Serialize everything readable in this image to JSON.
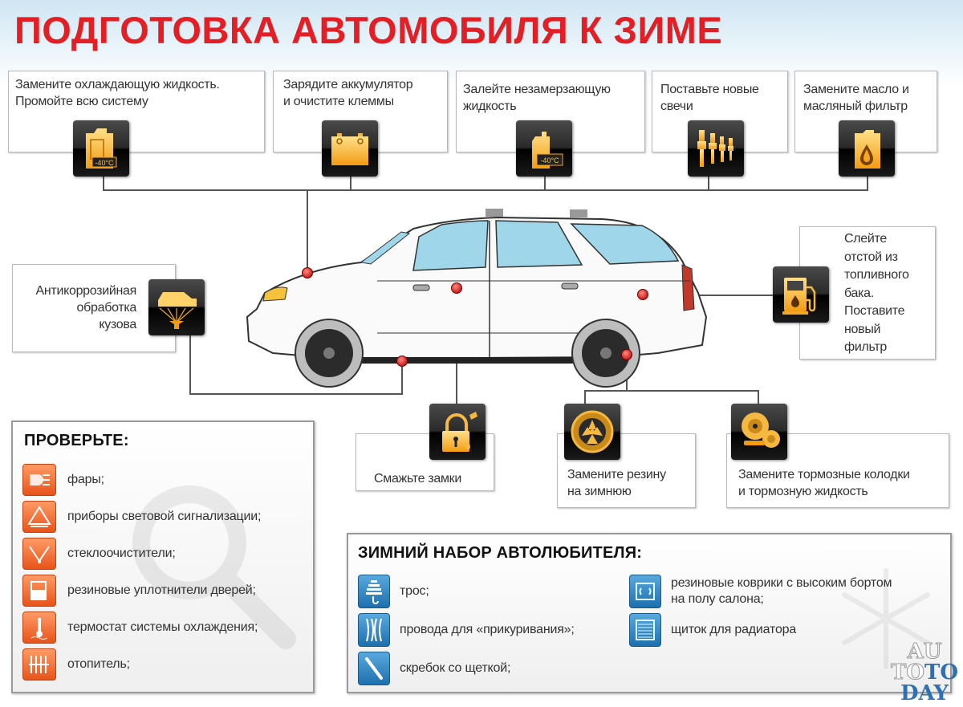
{
  "title": "ПОДГОТОВКА АВТОМОБИЛЯ К ЗИМЕ",
  "top_tasks": [
    {
      "line1": "Замените охлаждающую жидкость.",
      "line2": "Промойте всю систему",
      "icon": "coolant-canister-icon",
      "badge": "-40°C"
    },
    {
      "line1": "Зарядите аккумулятор",
      "line2": "и очистите клеммы",
      "icon": "battery-icon"
    },
    {
      "line1": "Залейте незамерзающую",
      "line2": "жидкость",
      "icon": "antifreeze-bottle-icon",
      "badge": "-40°C"
    },
    {
      "line1": "Поставьте новые",
      "line2": "свечи",
      "icon": "spark-plugs-icon"
    },
    {
      "line1": "Замените масло и",
      "line2": "масляный фильтр",
      "icon": "oil-canister-icon"
    }
  ],
  "side_tasks": {
    "anticorrosion": {
      "line1": "Антикоррозийная",
      "line2": "обработка",
      "line3": "кузова",
      "icon": "car-underbody-spray-icon"
    },
    "fuel": {
      "line1": "Слейте",
      "line2": "отстой из",
      "line3": "топливного",
      "line4": "бака.",
      "line5": "Поставите",
      "line6": "новый",
      "line7": "фильтр",
      "icon": "fuel-pump-icon"
    }
  },
  "bottom_tasks": [
    {
      "line1": "Смажьте замки",
      "icon": "lock-lubricate-icon"
    },
    {
      "line1": "Замените резину",
      "line2": "на зимнюю",
      "icon": "tire-icon"
    },
    {
      "line1": "Замените тормозные колодки",
      "line2": "и тормозную жидкость",
      "icon": "brake-disc-icon"
    }
  ],
  "check_panel": {
    "title": "ПРОВЕРЬТЕ:",
    "items": [
      {
        "label": "фары;",
        "icon": "headlight-icon"
      },
      {
        "label": "приборы световой сигнализации;",
        "icon": "warning-triangle-icon"
      },
      {
        "label": "стеклоочистители;",
        "icon": "wiper-icon"
      },
      {
        "label": "резиновые уплотнители дверей;",
        "icon": "door-seal-icon"
      },
      {
        "label": "термостат системы охлаждения;",
        "icon": "thermostat-icon"
      },
      {
        "label": "отопитель;",
        "icon": "heater-icon"
      }
    ]
  },
  "kit_panel": {
    "title": "ЗИМНИЙ НАБОР АВТОЛЮБИТЕЛЯ:",
    "left_items": [
      {
        "label": "трос;",
        "icon": "tow-rope-icon"
      },
      {
        "label": "провода для «прикуривания»;",
        "icon": "jumper-cables-icon"
      },
      {
        "label": "скребок со щеткой;",
        "icon": "ice-scraper-icon"
      }
    ],
    "right_items": [
      {
        "line1": "резиновые коврики с высоким бортом",
        "line2": "на полу салона;",
        "icon": "floor-mat-icon"
      },
      {
        "line1": "щиток для радиатора",
        "icon": "radiator-shield-icon"
      }
    ]
  },
  "watermark": {
    "line1": "AU",
    "line2a": "TO",
    "line2b": "TO",
    "line3": "DAY"
  },
  "colors": {
    "title": "#e31e24",
    "icon_orange": "#f5a623",
    "check_orange": "#e8541a",
    "kit_blue": "#1d6fae",
    "pin_red": "#d32f2f"
  }
}
